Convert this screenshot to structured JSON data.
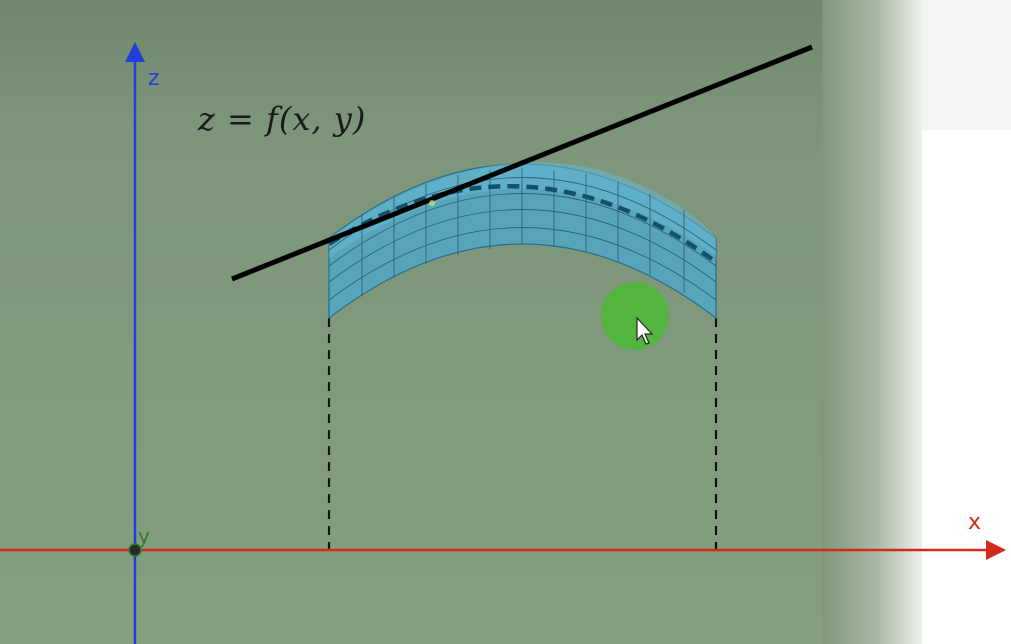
{
  "equation_label": "z = f(x, y)",
  "axes": {
    "z_label": "z",
    "x_label": "x",
    "y_label": "y"
  },
  "colors": {
    "background_green": "#809b7c",
    "z_axis": "#1f3fd8",
    "x_axis": "#d42a1a",
    "y_axis": "#2e7d2e",
    "surface_fill": "#4fa8c8",
    "tangent_line": "#000000",
    "cursor_highlight": "#4fb63a"
  },
  "icons": {
    "cursor": "mouse-pointer-icon"
  }
}
